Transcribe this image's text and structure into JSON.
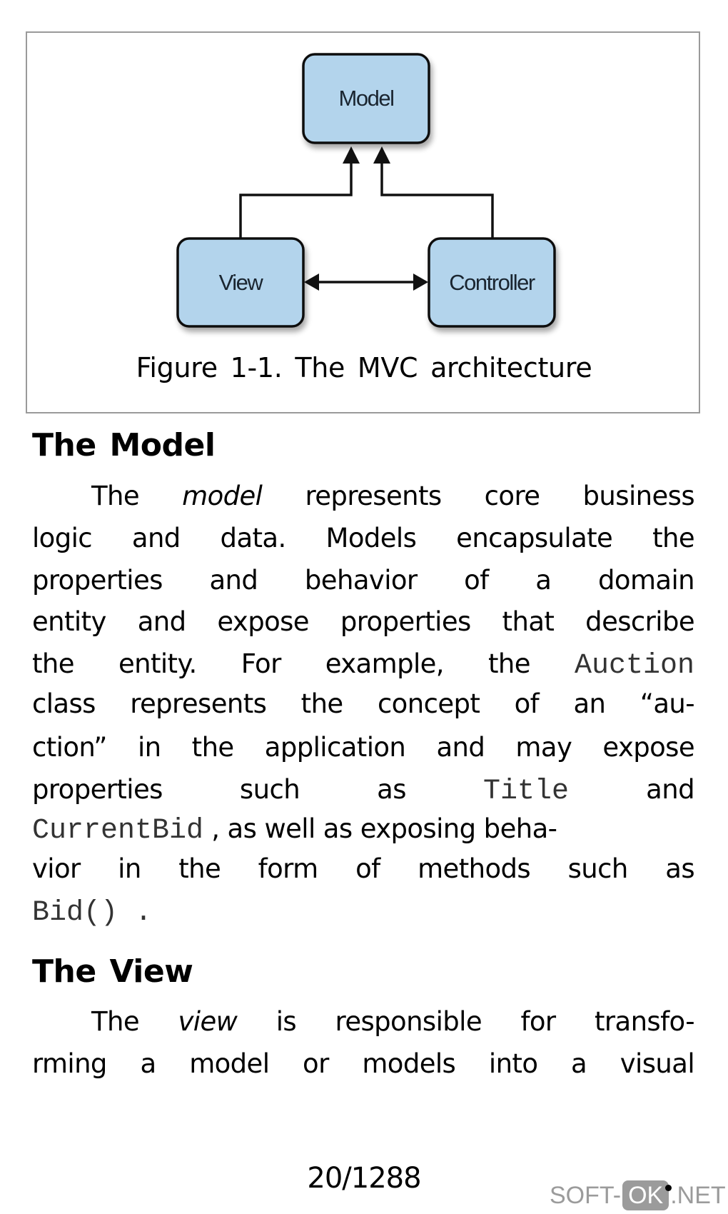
{
  "figure": {
    "nodes": {
      "model": "Model",
      "view": "View",
      "controller": "Controller"
    },
    "caption": "Figure 1-1. The MVC architecture",
    "colors": {
      "node_fill": "#b3d4ec",
      "node_border": "#111111",
      "box_border": "#9a9a9a"
    }
  },
  "sections": {
    "model": {
      "heading": "The Model",
      "lines": [
        {
          "parts": [
            "The ",
            {
              "em": "model"
            },
            " represents core business"
          ]
        },
        {
          "text": "logic and data. Models encapsulate the"
        },
        {
          "text": "properties and behavior of a domain"
        },
        {
          "text": "entity and expose properties that describe"
        },
        {
          "parts": [
            "the entity. For example, the ",
            {
              "code": "Auction"
            }
          ]
        },
        {
          "text": "class represents the concept of an “au-"
        },
        {
          "text": "ction” in the application and may expose"
        },
        {
          "parts": [
            "properties such as ",
            {
              "code": "Title"
            },
            " and"
          ]
        },
        {
          "parts": [
            {
              "code": "CurrentBid"
            },
            " , as well as exposing beha-"
          ]
        },
        {
          "text": "vior in the form of methods such as"
        },
        {
          "parts": [
            {
              "code": "Bid() ."
            }
          ]
        }
      ]
    },
    "view": {
      "heading": "The View",
      "lines": [
        {
          "parts": [
            "The ",
            {
              "em": "view"
            },
            " is responsible for transfo-"
          ]
        },
        {
          "text": "rming a model or models into a visual"
        }
      ]
    }
  },
  "footer": {
    "page_number": "20/1288",
    "current_page": 20,
    "total_pages": 1288
  },
  "watermark": {
    "prefix": "SOFT-",
    "badge": "OK",
    "suffix": ".NET"
  }
}
